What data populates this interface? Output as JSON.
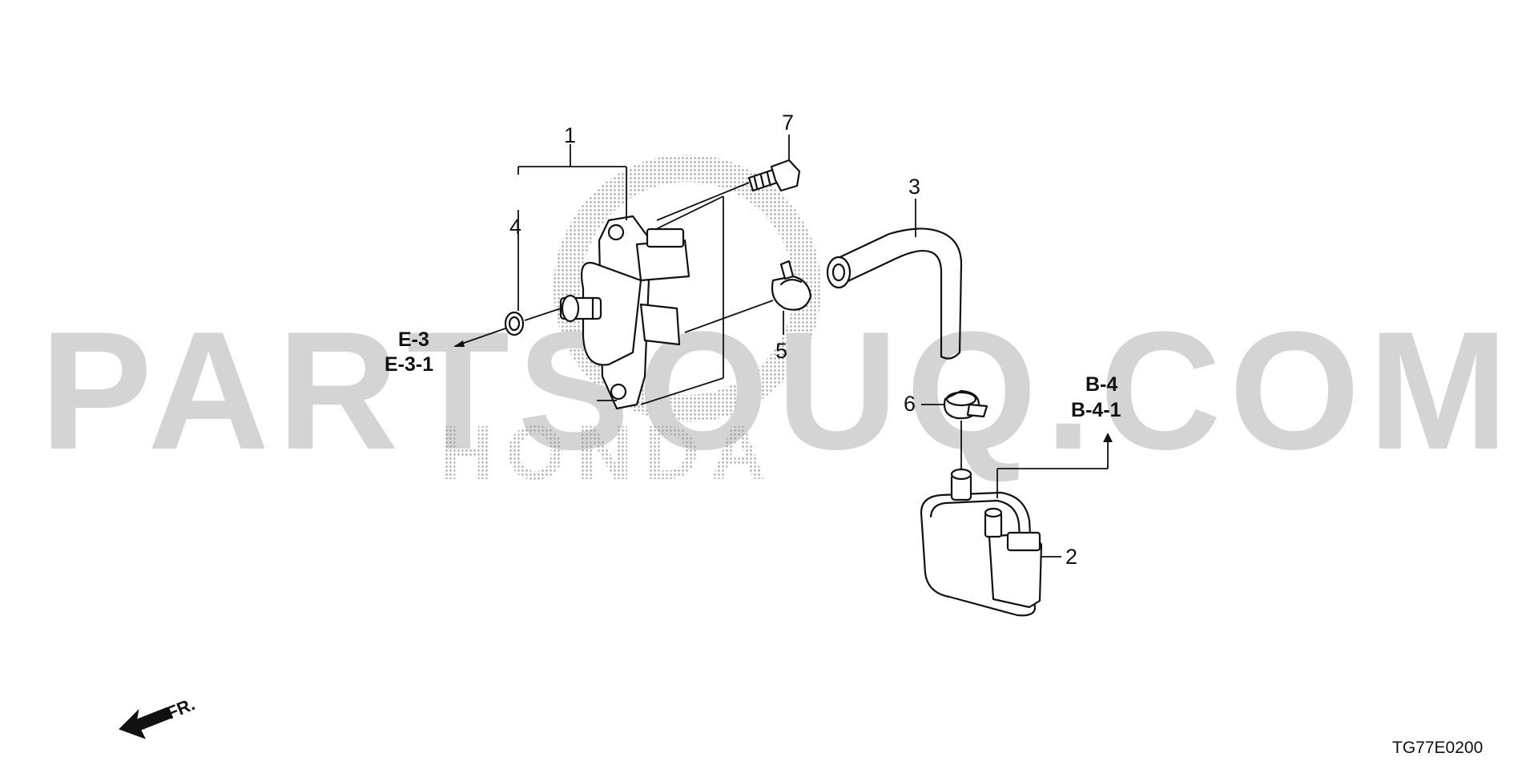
{
  "diagram": {
    "watermark": {
      "main": "PARTSOUQ.COM",
      "brand": "HONDA"
    },
    "callouts": {
      "p1": "1",
      "p2": "2",
      "p3": "3",
      "p4": "4",
      "p5": "5",
      "p6": "6",
      "p7": "7"
    },
    "references": {
      "left_line1": "E-3",
      "left_line2": "E-3-1",
      "right_line1": "B-4",
      "right_line2": "B-4-1"
    },
    "direction_label": "FR.",
    "diagram_code": "TG77E0200"
  }
}
